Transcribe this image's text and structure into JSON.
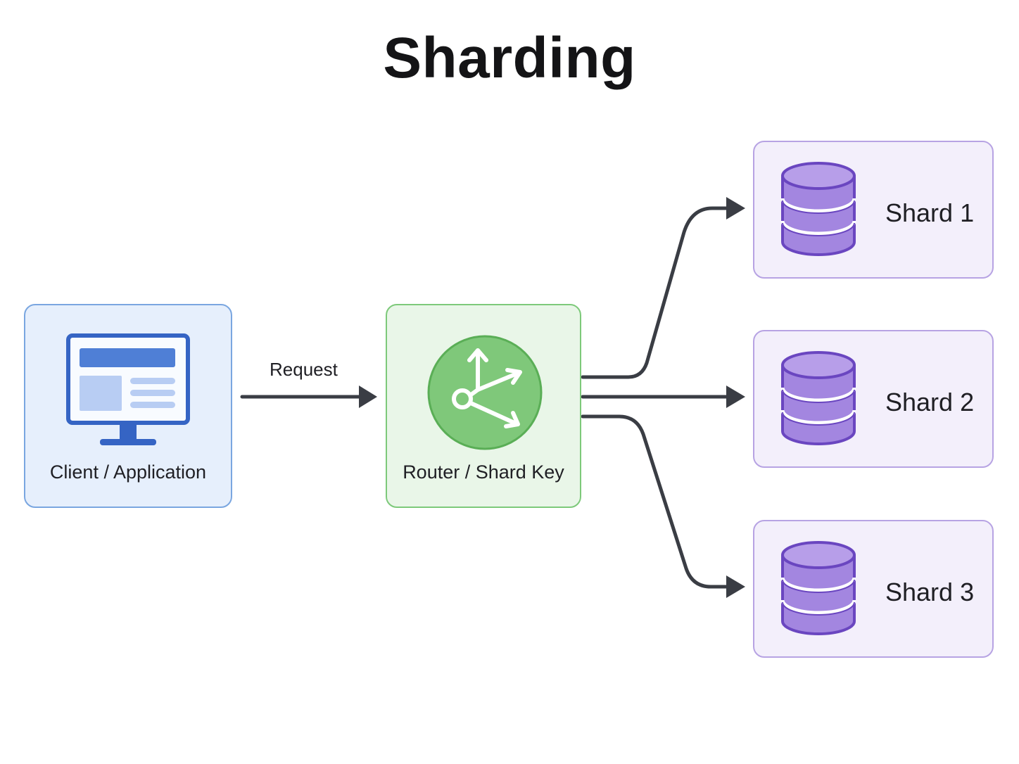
{
  "title": "Sharding",
  "request_label": "Request",
  "client": {
    "label": "Client / Application",
    "icon": "monitor-icon"
  },
  "router": {
    "label": "Router / Shard Key",
    "icon": "router-branch-icon"
  },
  "shards": [
    {
      "label": "Shard 1",
      "icon": "database-icon"
    },
    {
      "label": "Shard 2",
      "icon": "database-icon"
    },
    {
      "label": "Shard 3",
      "icon": "database-icon"
    }
  ],
  "colors": {
    "client_fill": "#e6effc",
    "client_border": "#7aa6e0",
    "router_fill": "#e9f6e8",
    "router_border": "#7dc97a",
    "shard_fill": "#f3effb",
    "shard_border": "#b7a3e3",
    "arrow": "#3a3d44"
  }
}
